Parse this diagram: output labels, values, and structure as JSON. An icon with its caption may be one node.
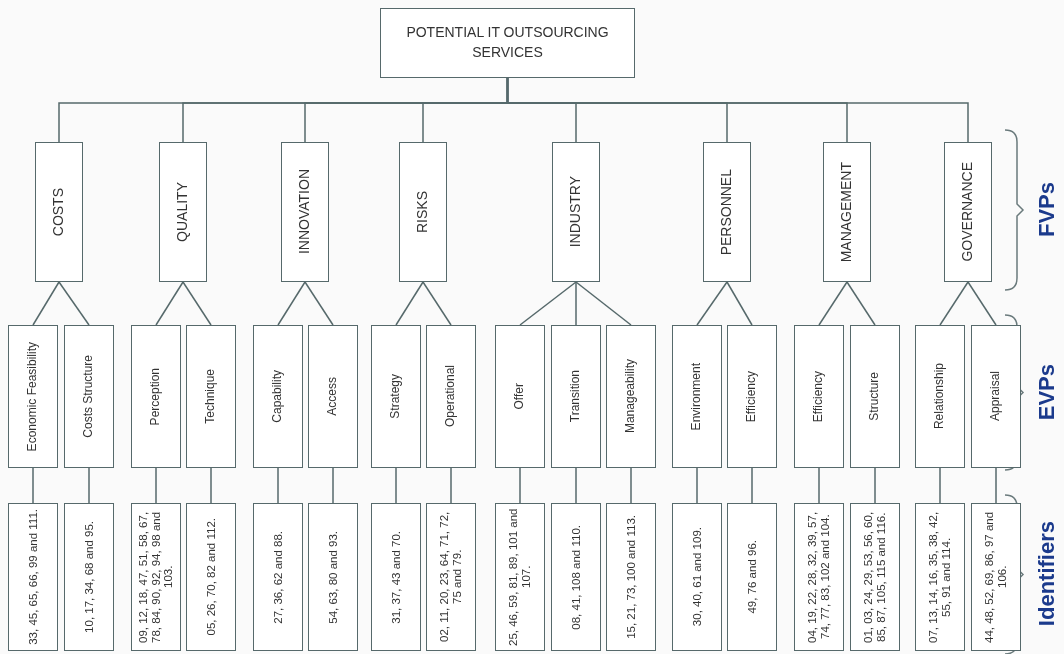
{
  "diagram": {
    "nodes": [
      {
        "text": [
          "POTENTIAL IT OUTSOURCING SERVICES"
        ]
      },
      {
        "text": [
          "COSTS"
        ]
      },
      {
        "text": [
          "QUALITY"
        ]
      },
      {
        "text": [
          "INNOVATION"
        ]
      },
      {
        "text": [
          "RISKS"
        ]
      },
      {
        "text": [
          "INDUSTRY"
        ]
      },
      {
        "text": [
          "PERSONNEL"
        ]
      },
      {
        "text": [
          "MANAGEMENT"
        ]
      },
      {
        "text": [
          "GOVERNANCE"
        ]
      },
      {
        "text": [
          "Economic Feasibility"
        ]
      },
      {
        "text": [
          "Costs Structure"
        ]
      },
      {
        "text": [
          "Perception"
        ]
      },
      {
        "text": [
          "Technique"
        ]
      },
      {
        "text": [
          "Capability"
        ]
      },
      {
        "text": [
          "Access"
        ]
      },
      {
        "text": [
          "Strategy"
        ]
      },
      {
        "text": [
          "Operational"
        ]
      },
      {
        "text": [
          "Offer"
        ]
      },
      {
        "text": [
          "Transition"
        ]
      },
      {
        "text": [
          "Manageability"
        ]
      },
      {
        "text": [
          "Environment"
        ]
      },
      {
        "text": [
          "Efficiency"
        ]
      },
      {
        "text": [
          "Efficiency"
        ]
      },
      {
        "text": [
          "Structure"
        ]
      },
      {
        "text": [
          "Relationship"
        ]
      },
      {
        "text": [
          "Appraisal"
        ]
      },
      {
        "text": [
          "33, 45, 65, 66, 99 and 111."
        ]
      },
      {
        "text": [
          "10, 17, 34, 68 and 95."
        ]
      },
      {
        "text": [
          "09, 12, 18, 47, 51, 58, 67, 78, 84, 90, 92, 94, 98 and 103."
        ]
      },
      {
        "text": [
          "05, 26, 70, 82 and 112."
        ]
      },
      {
        "text": [
          "27, 36, 62 and 88."
        ]
      },
      {
        "text": [
          "54, 63, 80 and 93."
        ]
      },
      {
        "text": [
          "31, 37, 43 and 70."
        ]
      },
      {
        "text": [
          "02, 11, 20, 23, 64, 71, 72, 75 and 79."
        ]
      },
      {
        "text": [
          "25, 46, 59, 81, 89, 101 and 107."
        ]
      },
      {
        "text": [
          "08, 41, 108 and 110."
        ]
      },
      {
        "text": [
          "15, 21, 73, 100 and 113."
        ]
      },
      {
        "text": [
          "30, 40, 61 and 109."
        ]
      },
      {
        "text": [
          "49, 76 and 96."
        ]
      },
      {
        "text": [
          "04, 19, 22, 28, 32, 39, 57, 74, 77, 83, 102 and 104."
        ]
      },
      {
        "text": [
          "01, 03, 24, 29, 53, 56, 60, 85, 87, 105, 115 and 116."
        ]
      },
      {
        "text": [
          "07, 13, 14, 16, 35, 38, 42, 55, 91 and 114."
        ]
      },
      {
        "text": [
          "44, 48, 52, 69, 86, 97 and 106."
        ]
      }
    ],
    "edges": [
      {
        "from": 0,
        "to": 1,
        "arrow": "none"
      },
      {
        "from": 0,
        "to": 2,
        "arrow": "none"
      },
      {
        "from": 0,
        "to": 3,
        "arrow": "none"
      },
      {
        "from": 0,
        "to": 4,
        "arrow": "none"
      },
      {
        "from": 0,
        "to": 5,
        "arrow": "none"
      },
      {
        "from": 0,
        "to": 6,
        "arrow": "none"
      },
      {
        "from": 0,
        "to": 7,
        "arrow": "none"
      },
      {
        "from": 0,
        "to": 8,
        "arrow": "none"
      },
      {
        "from": 1,
        "to": 9,
        "arrow": "none"
      },
      {
        "from": 1,
        "to": 10,
        "arrow": "none"
      },
      {
        "from": 2,
        "to": 11,
        "arrow": "none"
      },
      {
        "from": 2,
        "to": 12,
        "arrow": "none"
      },
      {
        "from": 3,
        "to": 13,
        "arrow": "none"
      },
      {
        "from": 3,
        "to": 14,
        "arrow": "none"
      },
      {
        "from": 4,
        "to": 15,
        "arrow": "none"
      },
      {
        "from": 4,
        "to": 16,
        "arrow": "none"
      },
      {
        "from": 5,
        "to": 17,
        "arrow": "none"
      },
      {
        "from": 5,
        "to": 18,
        "arrow": "none"
      },
      {
        "from": 5,
        "to": 19,
        "arrow": "none"
      },
      {
        "from": 6,
        "to": 20,
        "arrow": "none"
      },
      {
        "from": 6,
        "to": 21,
        "arrow": "none"
      },
      {
        "from": 7,
        "to": 22,
        "arrow": "none"
      },
      {
        "from": 7,
        "to": 23,
        "arrow": "none"
      },
      {
        "from": 8,
        "to": 24,
        "arrow": "none"
      },
      {
        "from": 8,
        "to": 25,
        "arrow": "none"
      },
      {
        "from": 9,
        "to": 26,
        "arrow": "none"
      },
      {
        "from": 10,
        "to": 27,
        "arrow": "none"
      },
      {
        "from": 11,
        "to": 28,
        "arrow": "none"
      },
      {
        "from": 12,
        "to": 29,
        "arrow": "none"
      },
      {
        "from": 13,
        "to": 30,
        "arrow": "none"
      },
      {
        "from": 14,
        "to": 31,
        "arrow": "none"
      },
      {
        "from": 15,
        "to": 32,
        "arrow": "none"
      },
      {
        "from": 16,
        "to": 33,
        "arrow": "none"
      },
      {
        "from": 17,
        "to": 34,
        "arrow": "none"
      },
      {
        "from": 18,
        "to": 35,
        "arrow": "none"
      },
      {
        "from": 19,
        "to": 36,
        "arrow": "none"
      },
      {
        "from": 20,
        "to": 37,
        "arrow": "none"
      },
      {
        "from": 21,
        "to": 38,
        "arrow": "none"
      },
      {
        "from": 22,
        "to": 39,
        "arrow": "none"
      },
      {
        "from": 23,
        "to": 40,
        "arrow": "none"
      },
      {
        "from": 24,
        "to": 41,
        "arrow": "none"
      },
      {
        "from": 25,
        "to": 42,
        "arrow": "none"
      }
    ],
    "labels": [
      "FVPs",
      "EVPs",
      "Identifiers"
    ]
  }
}
